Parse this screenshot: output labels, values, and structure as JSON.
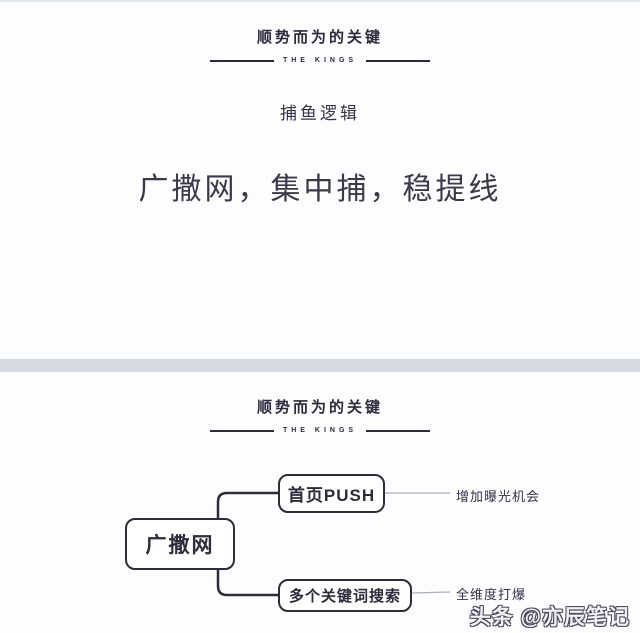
{
  "slide1": {
    "header": {
      "title": "顺势而为的关键",
      "subtitle_en": "THE KINGS"
    },
    "topic": "捕鱼逻辑",
    "main_title": "广撒网，集中捕，稳提线"
  },
  "slide2": {
    "header": {
      "title": "顺势而为的关键",
      "subtitle_en": "THE KINGS"
    },
    "mindmap": {
      "root": "广撒网",
      "branches": [
        {
          "node": "首页PUSH",
          "note": "增加曝光机会"
        },
        {
          "node": "多个关键词搜索",
          "note": "全维度打爆"
        }
      ]
    }
  },
  "watermark": "头条 @亦辰笔记",
  "colors": {
    "ink": "#2c2c3a",
    "note_gray_line": "#aaafb8",
    "separator": "#d5d9e0",
    "slide_background": "#fcfdff"
  }
}
